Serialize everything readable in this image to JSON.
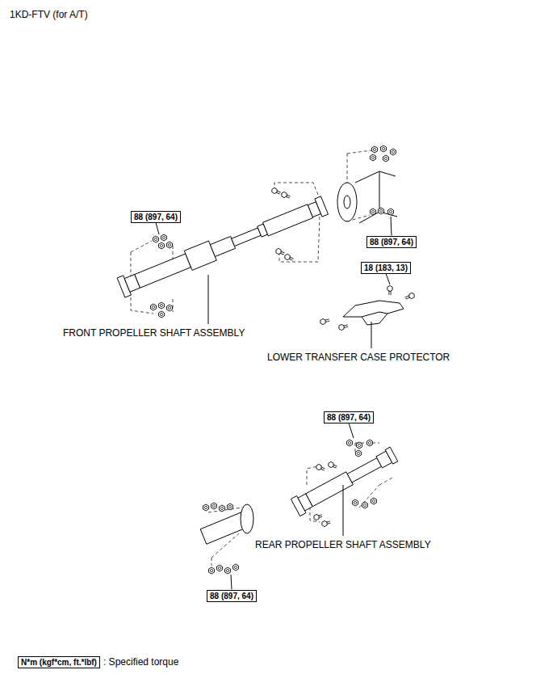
{
  "diagram": {
    "title": "1KD-FTV (for A/T)",
    "nodes": [
      {
        "text": [
          "88 (897, 64)"
        ]
      },
      {
        "text": [
          "88 (897, 64)"
        ]
      },
      {
        "text": [
          "18 (183, 13)"
        ]
      },
      {
        "text": [
          "88 (897, 64)"
        ]
      },
      {
        "text": [
          "88 (897, 64)"
        ]
      },
      {
        "text": [
          "N*m (kgf*cm, ft.*lbf)"
        ]
      }
    ],
    "labels": [
      "FRONT PROPELLER SHAFT ASSEMBLY",
      "LOWER TRANSFER CASE PROTECTOR",
      "REAR PROPELLER SHAFT ASSEMBLY",
      ": Specified torque"
    ]
  }
}
